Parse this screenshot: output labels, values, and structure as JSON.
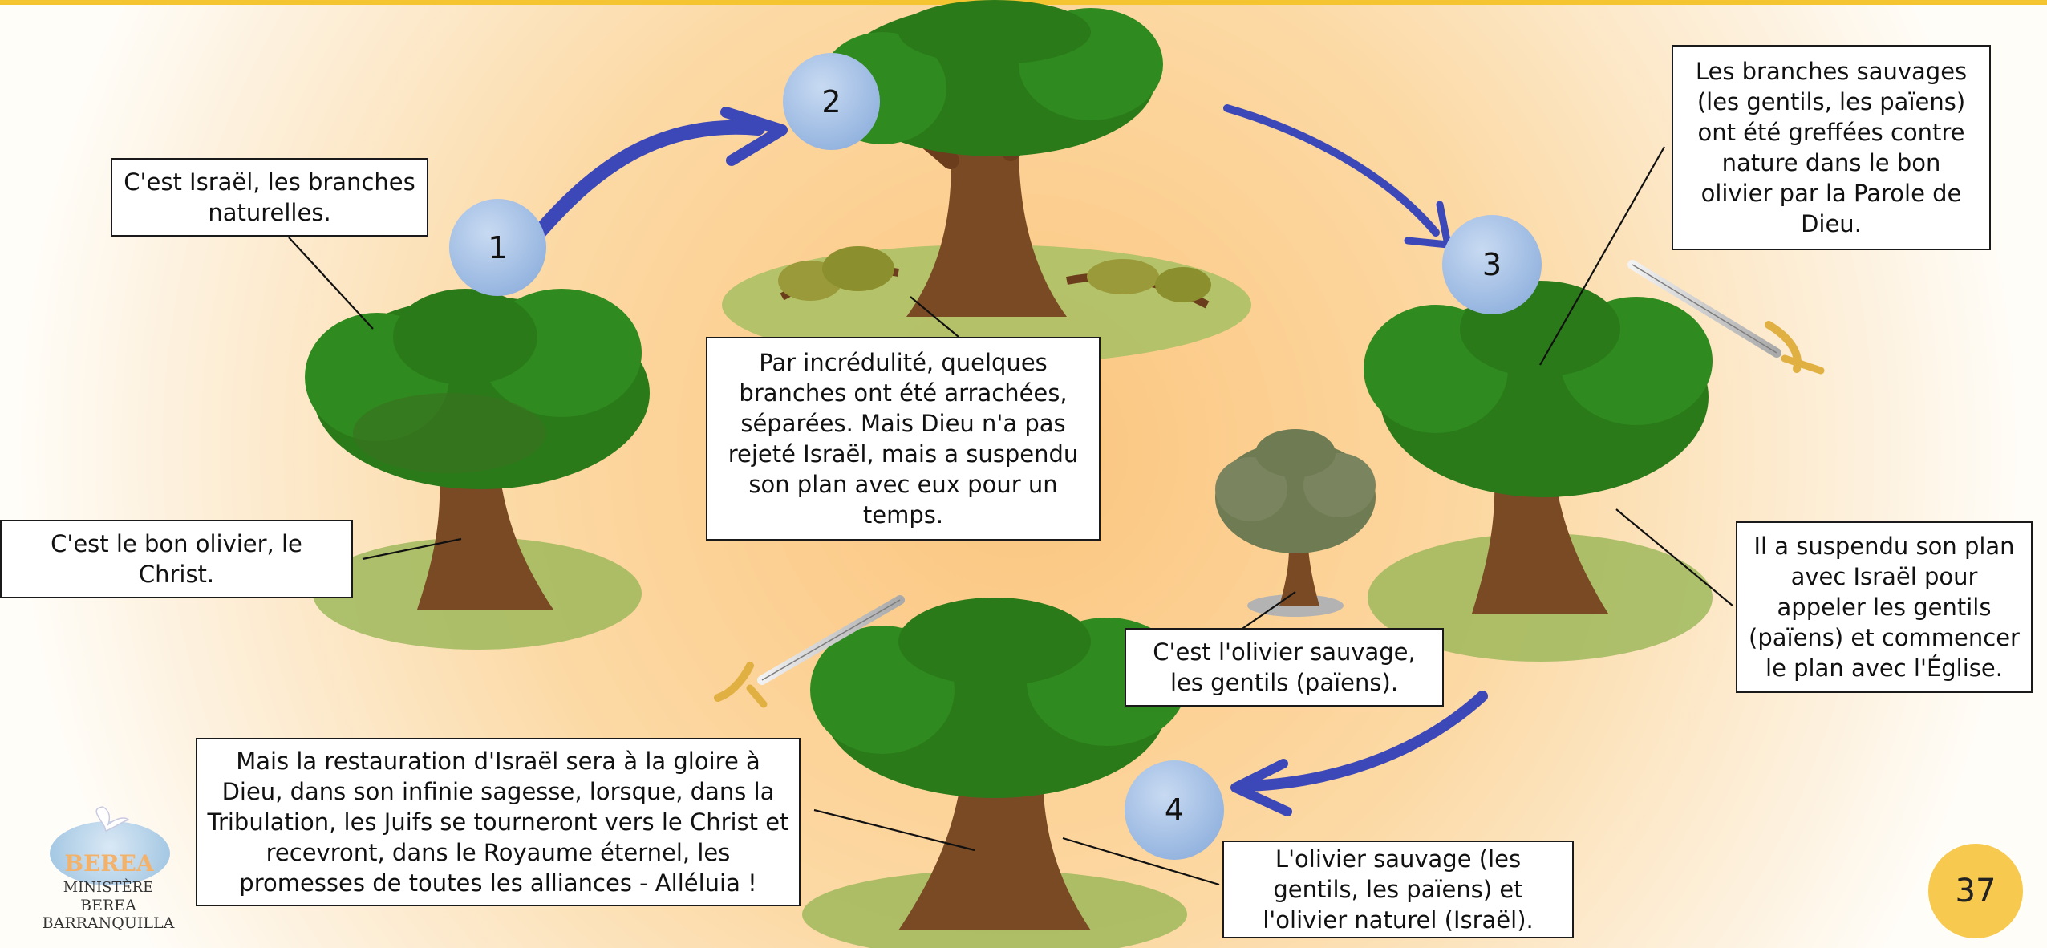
{
  "steps": [
    "1",
    "2",
    "3",
    "4"
  ],
  "labels": {
    "israel_natural": "C'est Israël, les branches naturelles.",
    "good_olive": "C'est le bon olivier, le Christ.",
    "unbelief": "Par incrédulité, quelques branches ont été arrachées, séparées. Mais Dieu n'a pas rejeté Israël, mais a suspendu son plan avec eux pour un temps.",
    "wild_branches": "Les branches sauvages (les gentils, les païens) ont été greffées contre nature dans le bon olivier par la Parole de Dieu.",
    "suspended_plan": "Il a suspendu son plan avec Israël pour appeler les gentils (païens) et commencer le plan avec l'Église.",
    "wild_olive": "C'est l'olivier sauvage, les gentils (païens).",
    "restoration": "Mais la restauration d'Israël sera à la gloire à Dieu, dans son infinie sagesse, lorsque, dans la Tribulation, les Juifs se tourneront vers le Christ et recevront, dans le Royaume éternel, les promesses de toutes les alliances - Alléluia !",
    "both_olives": "L'olivier sauvage (les gentils, les païens) et l'olivier naturel (Israël)."
  },
  "logo": {
    "name": "BEREA",
    "line1": "MINISTÈRE",
    "line2": "BEREA BARRANQUILLA"
  },
  "page_number": "37",
  "icons": [
    "tree-icon",
    "uprooted-branches-icon",
    "wild-olive-tree-icon",
    "sword-icon",
    "arrow-icon",
    "dove-icon"
  ],
  "colors": {
    "background_center": "#fbc57e",
    "background_edge": "#fffdf8",
    "top_border": "#f4c431",
    "foliage": "#2a7a1a",
    "trunk": "#7a4a24",
    "arrow": "#3d48b8",
    "step_circle": "#97b6e0",
    "page_badge": "#f7c94f"
  }
}
